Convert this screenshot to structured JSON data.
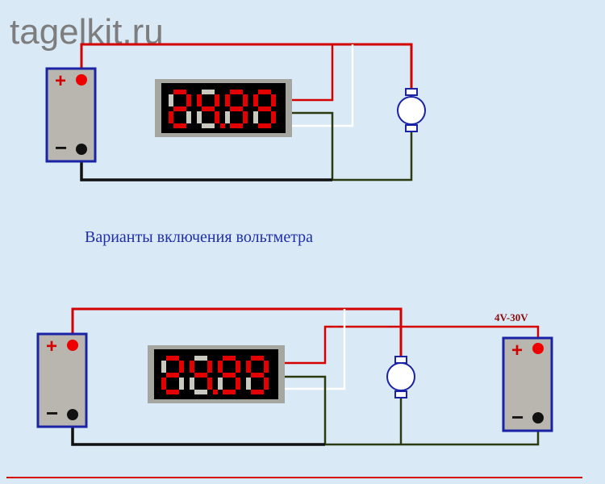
{
  "watermark": "tagelkit.ru",
  "caption": "Варианты включения вольтметра",
  "voltage_label": "4V-30V",
  "display": {
    "digits": "2499",
    "decimal_after": 2,
    "readout": "24.99"
  },
  "battery": {
    "plus": "+",
    "minus": "−"
  },
  "colors": {
    "background": "#d9e9f5",
    "positive_wire": "#d40000",
    "negative_wire": "#111111",
    "signal_wire": "#ffffff",
    "ground_wire": "#2c3a12",
    "battery_border": "#1a23a6",
    "battery_fill": "#b8b6ae",
    "display_bezel": "#a6a6a0",
    "display_screen": "#000000",
    "motor_border": "#1a23a6"
  }
}
